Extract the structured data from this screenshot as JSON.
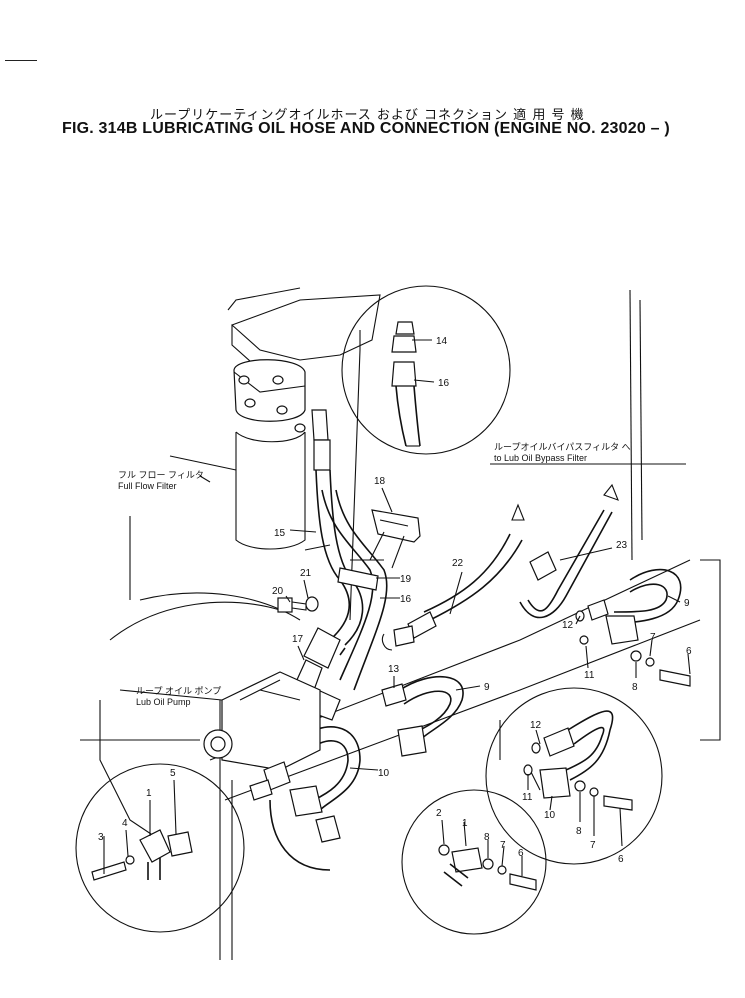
{
  "header": {
    "title_jp": "ループリケーティングオイルホース および コネクション 適 用 号 機",
    "title_en": "FIG. 314B  LUBRICATING OIL HOSE AND CONNECTION (ENGINE NO. 23020 –  )"
  },
  "labels": {
    "full_flow_jp": "フル フロー フィルタ",
    "full_flow_en": "Full Flow Filter",
    "lub_pump_jp": "ループ オイル ポンプ",
    "lub_pump_en": "Lub Oil Pump",
    "bypass_jp": "ループオイルバイパスフィルタ へ",
    "bypass_en": "to Lub Oil Bypass Filter"
  },
  "callouts": {
    "c1": "1",
    "c2": "2",
    "c3": "3",
    "c4": "4",
    "c5": "5",
    "c6a": "6",
    "c6b": "6",
    "c6c": "6",
    "c7a": "7",
    "c7b": "7",
    "c7c": "7",
    "c8a": "8",
    "c8b": "8",
    "c8c": "8",
    "c9a": "9",
    "c9b": "9",
    "c10a": "10",
    "c10b": "10",
    "c11a": "11",
    "c11b": "11",
    "c12a": "12",
    "c12b": "12",
    "c13": "13",
    "c14": "14",
    "c15": "15",
    "c16a": "16",
    "c16b": "16",
    "c17": "17",
    "c18": "18",
    "c19": "19",
    "c20": "20",
    "c21": "21",
    "c22": "22",
    "c23": "23",
    "c1b": "1"
  }
}
